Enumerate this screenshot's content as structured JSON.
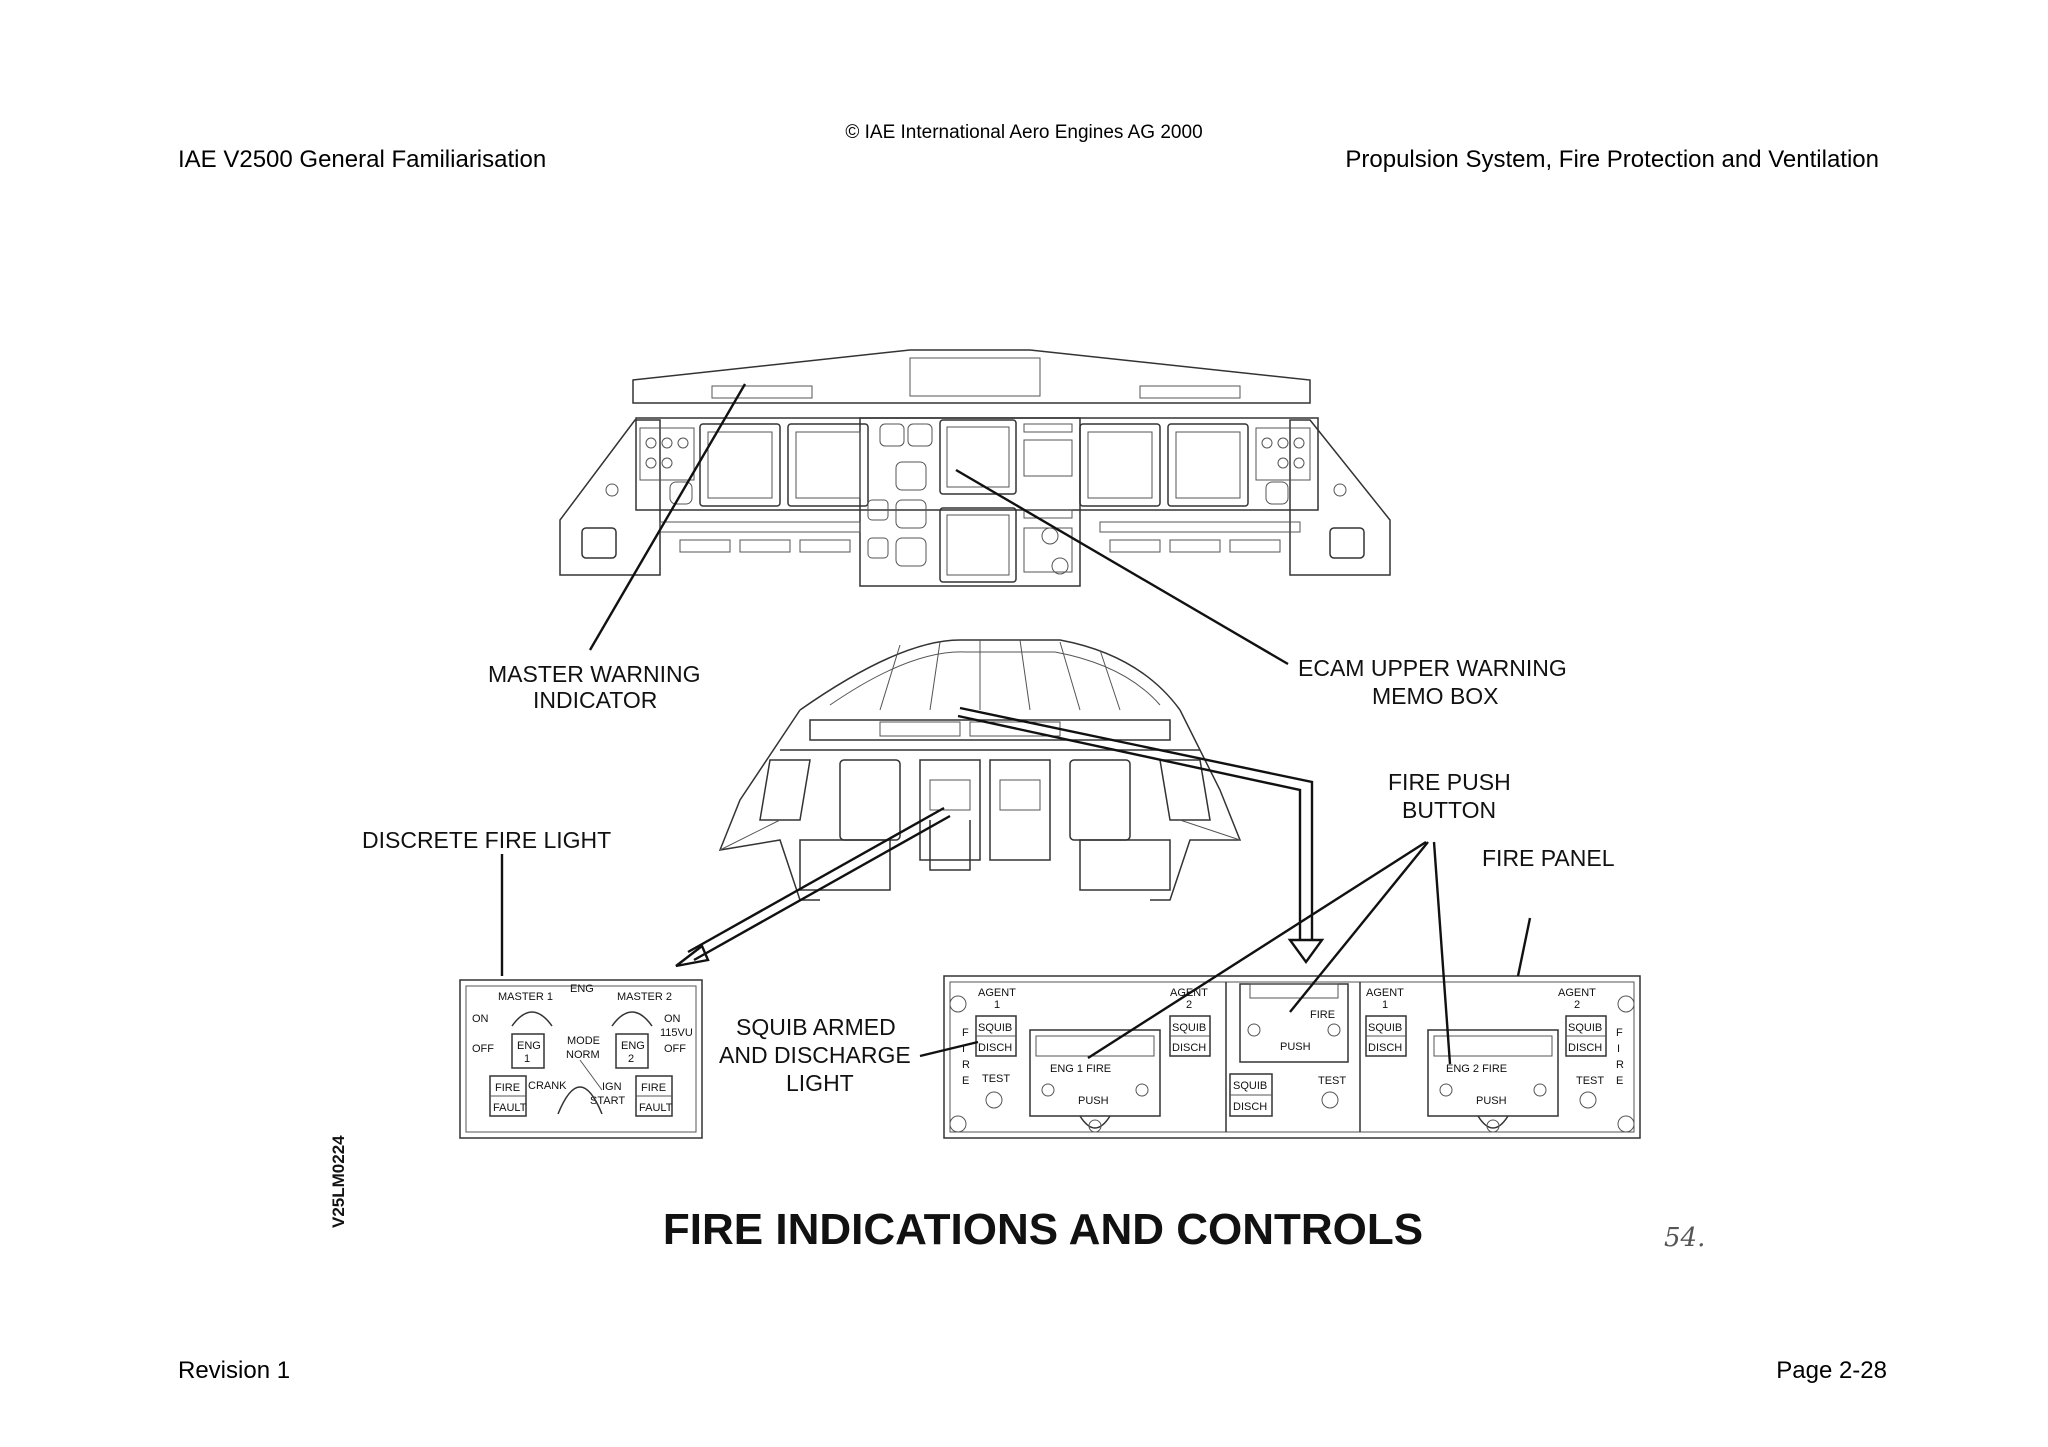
{
  "header": {
    "copyright": "© IAE International Aero Engines AG 2000",
    "left": "IAE V2500 General Familiarisation",
    "right": "Propulsion System, Fire Protection and Ventilation"
  },
  "figure": {
    "title": "FIRE INDICATIONS AND CONTROLS",
    "code": "V25LM0224",
    "handwritten_note": "54.",
    "callouts": {
      "master_warning": [
        "MASTER WARNING",
        "INDICATOR"
      ],
      "ecam": [
        "ECAM UPPER WARNING",
        "MEMO BOX"
      ],
      "fire_push_button": [
        "FIRE PUSH",
        "BUTTON"
      ],
      "fire_panel": "FIRE PANEL",
      "discrete_fire_light": "DISCRETE FIRE LIGHT",
      "squib": [
        "SQUIB ARMED",
        "AND DISCHARGE",
        "LIGHT"
      ]
    },
    "eng_panel": {
      "eng": "ENG",
      "master1": "MASTER 1",
      "master2": "MASTER 2",
      "on": "ON",
      "off": "OFF",
      "vu": "115VU",
      "eng1": [
        "ENG",
        "1"
      ],
      "eng2": [
        "ENG",
        "2"
      ],
      "mode": "MODE",
      "norm": "NORM",
      "crank": "CRANK",
      "ign": "IGN",
      "start": "START",
      "fire_fault": [
        "FIRE",
        "FAULT"
      ]
    },
    "fire_panel": {
      "agent1": [
        "AGENT",
        "1"
      ],
      "agent2": [
        "AGENT",
        "2"
      ],
      "squib_disch": [
        "SQUIB",
        "DISCH"
      ],
      "test": "TEST",
      "push": "PUSH",
      "fire": "FIRE",
      "eng1_fire": "ENG 1 FIRE",
      "eng2_fire": "ENG 2 FIRE",
      "fire_vertical": [
        "F",
        "I",
        "R",
        "E"
      ]
    }
  }
}
